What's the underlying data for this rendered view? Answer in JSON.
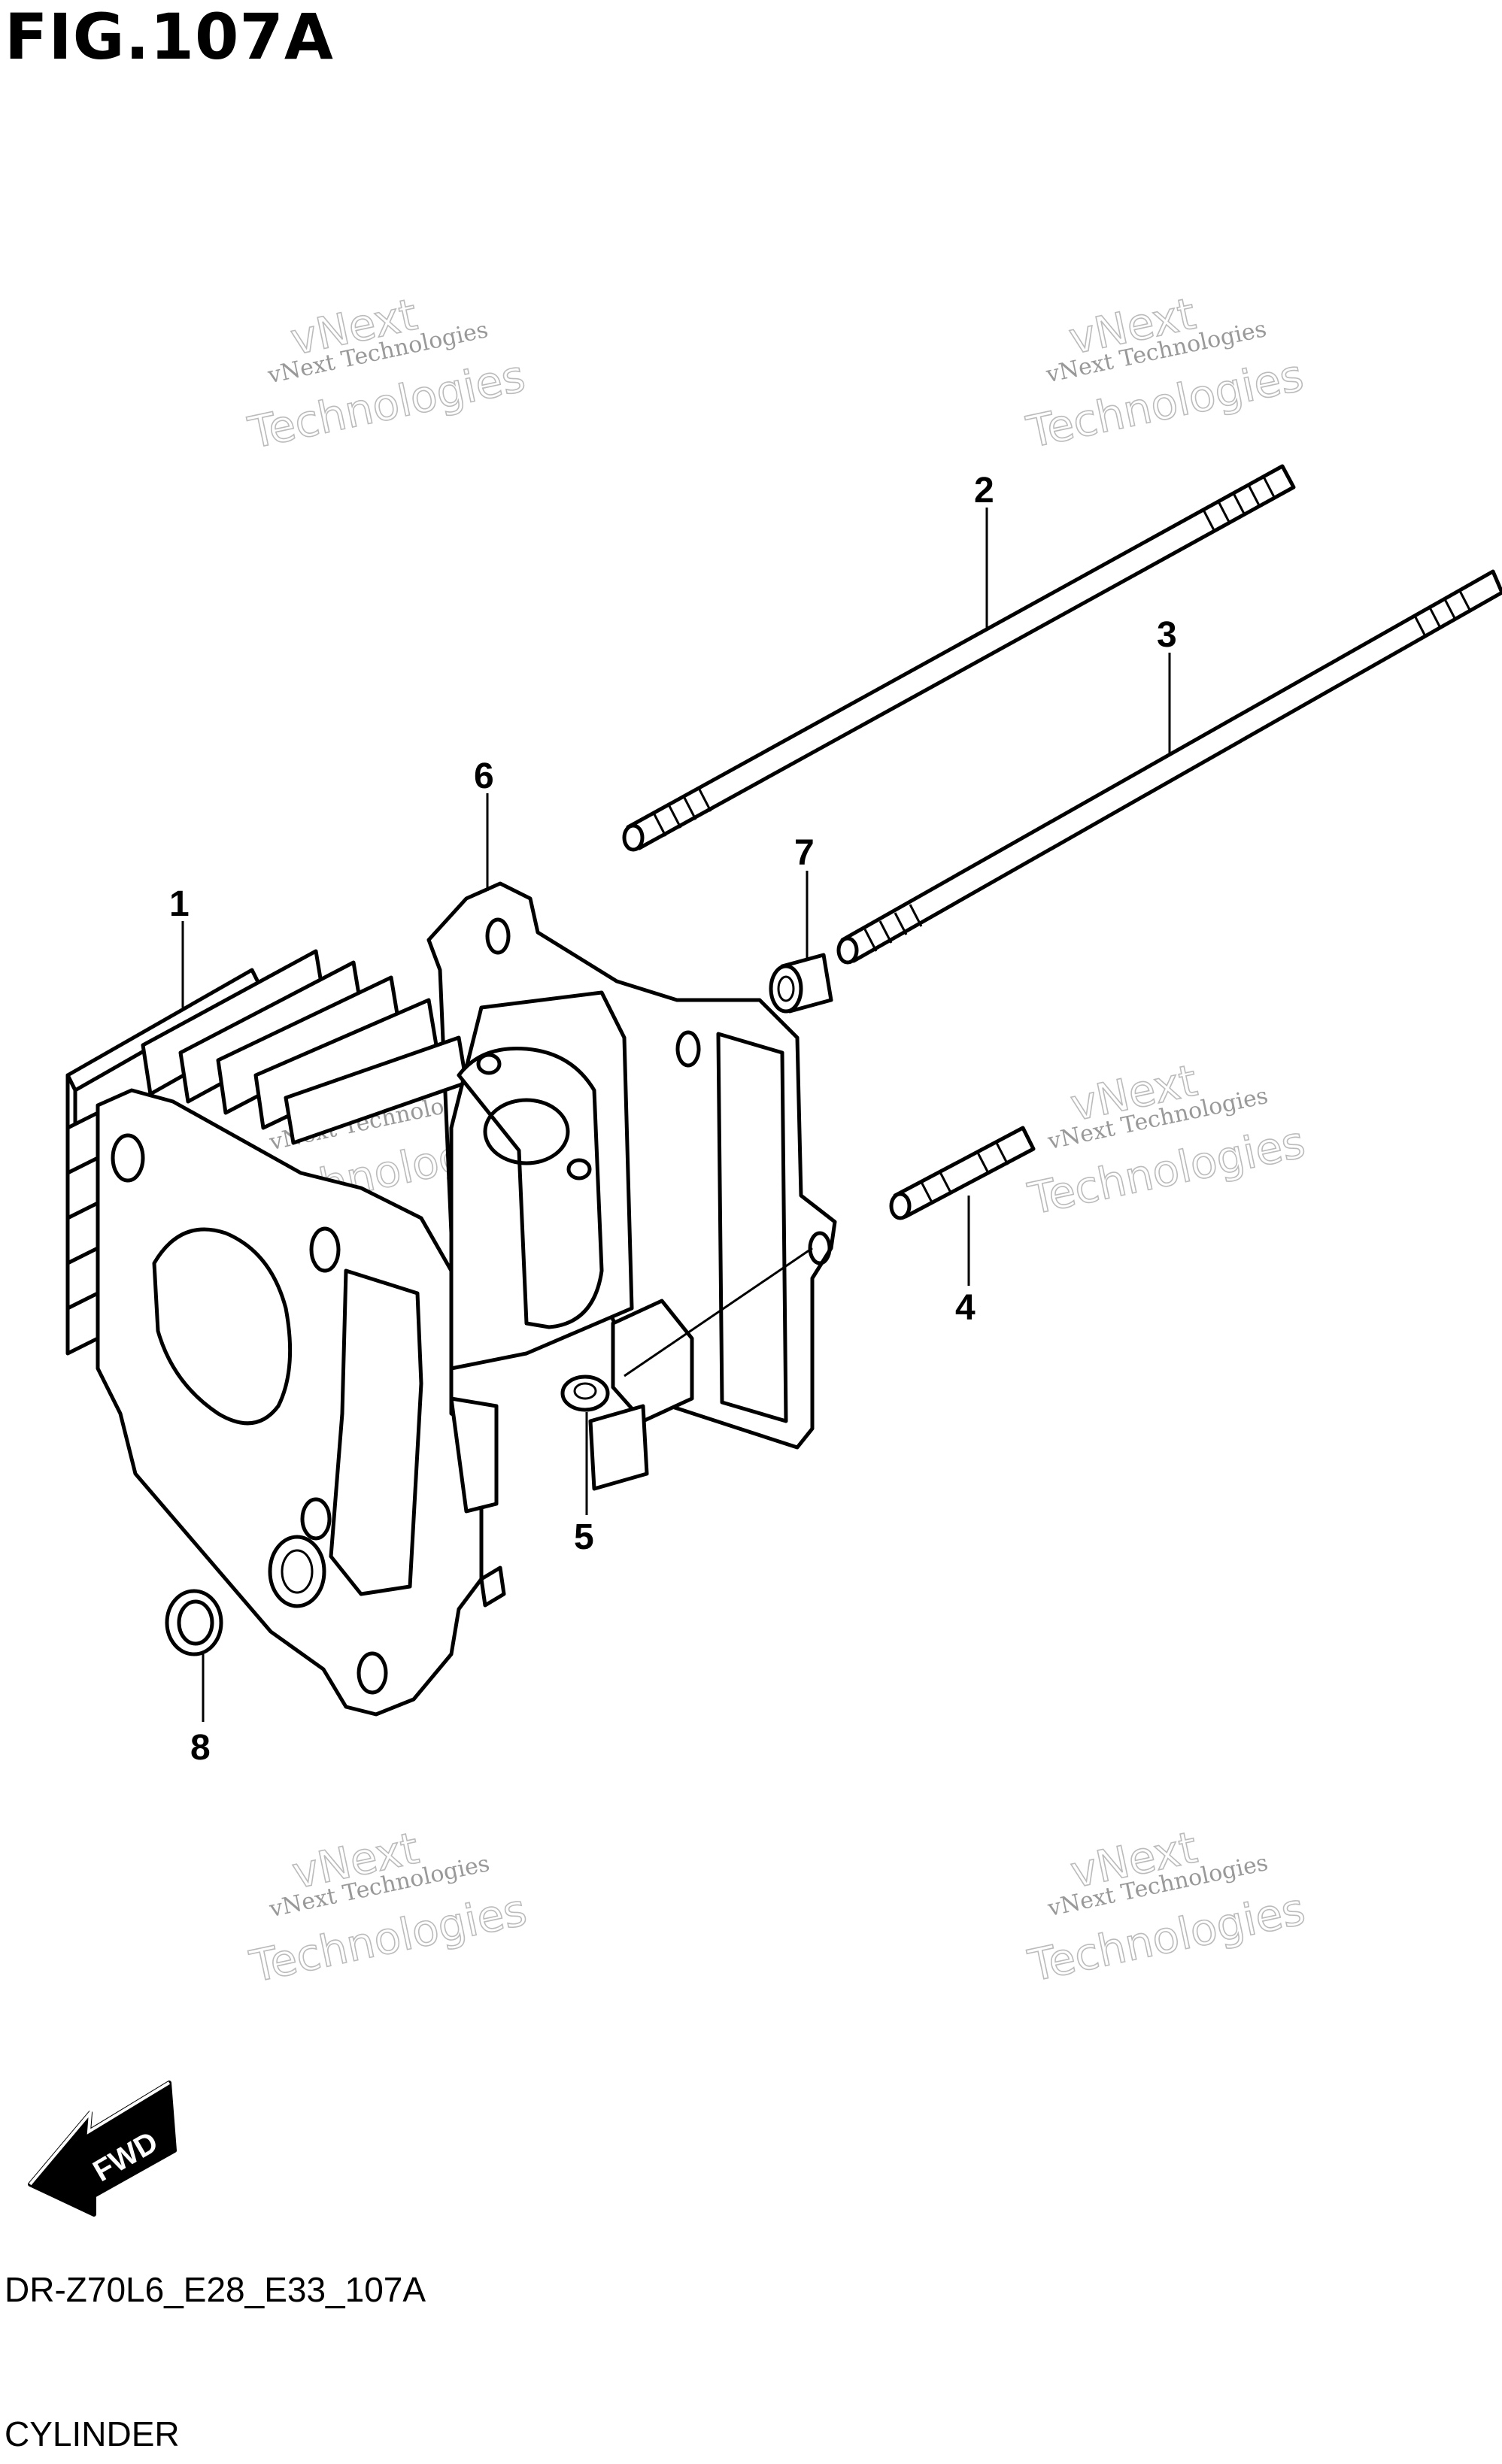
{
  "figure": {
    "title": "FIG.107A",
    "code": "DR-Z70L6_E28_E33_107A",
    "name": "CYLINDER"
  },
  "watermark": {
    "line1": "vNext Technologies",
    "line2": "vNext",
    "line3": "Technologies"
  },
  "callouts": [
    "1",
    "2",
    "3",
    "4",
    "5",
    "6",
    "7",
    "8"
  ],
  "fwd_label": "FWD",
  "colors": {
    "ink": "#000000",
    "watermark": "#aaaaaa",
    "background": "#ffffff"
  }
}
